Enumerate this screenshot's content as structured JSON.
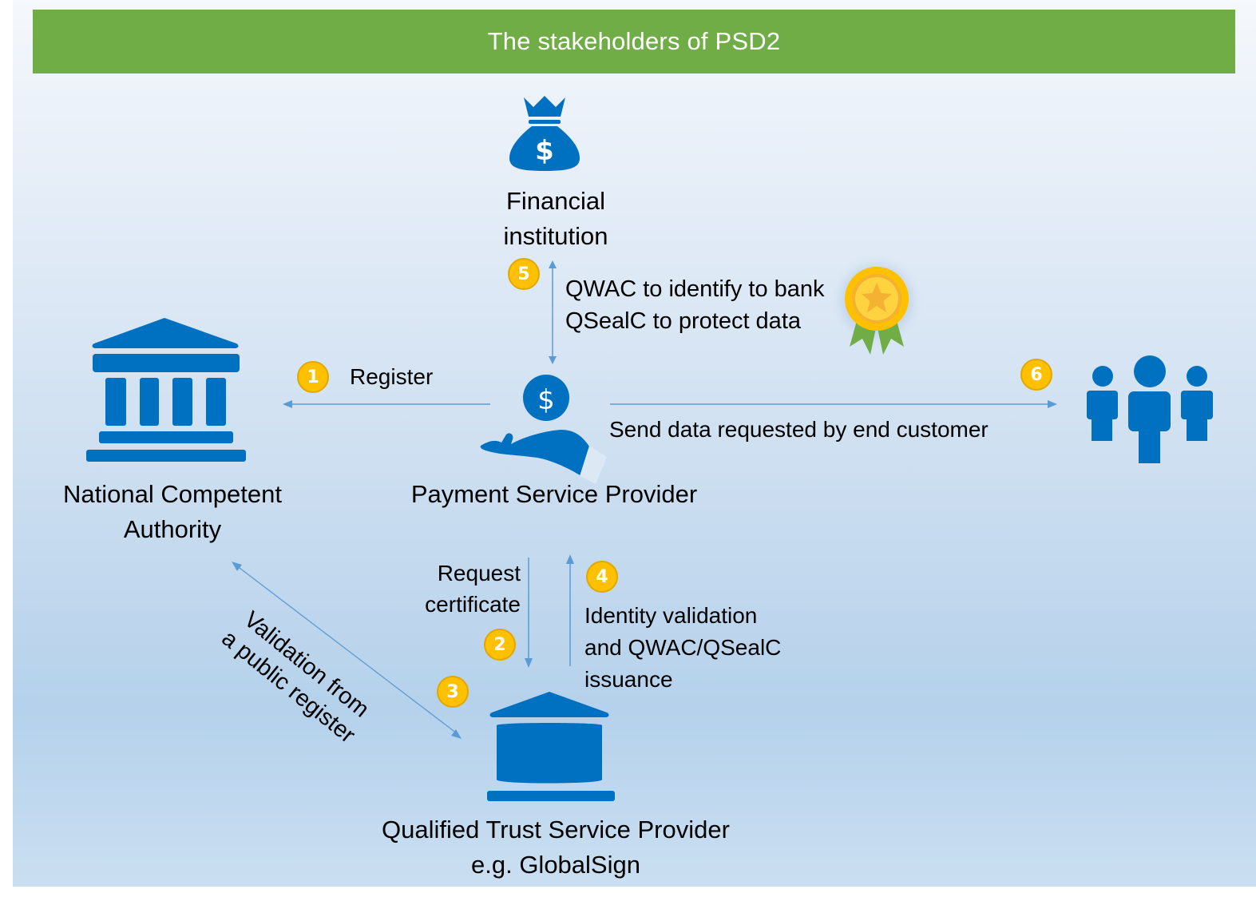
{
  "title": "The stakeholders of PSD2",
  "colors": {
    "title_bar": "#70ad47",
    "icon_blue": "#0070c0",
    "arrow_blue": "#5b9bd5",
    "badge_gold": "#ffc000",
    "ribbon_green": "#70ad47"
  },
  "nodes": {
    "financial_institution": {
      "line1": "Financial",
      "line2": "institution",
      "icon": "money-bag-icon"
    },
    "national_competent_authority": {
      "line1": "National Competent",
      "line2": "Authority",
      "icon": "government-building-icon"
    },
    "payment_service_provider": {
      "line1": "Payment Service Provider",
      "icon": "hand-holding-dollar-icon"
    },
    "end_customers": {
      "icon": "people-group-icon"
    },
    "qtsp": {
      "line1": "Qualified Trust Service Provider",
      "line2": "e.g. GlobalSign",
      "icon": "bank-building-icon"
    }
  },
  "steps": [
    {
      "number": "1",
      "label": "Register"
    },
    {
      "number": "2",
      "label_line1": "Request",
      "label_line2": "certificate"
    },
    {
      "number": "3",
      "label_line1": "Validation from",
      "label_line2": "a public register"
    },
    {
      "number": "4",
      "label_line1": "Identity validation",
      "label_line2": "and QWAC/QSealC",
      "label_line3": "issuance"
    },
    {
      "number": "5",
      "label_line1": "QWAC to identify to bank",
      "label_line2": "QSealC to protect data"
    },
    {
      "number": "6",
      "label": "Send data requested by end customer"
    }
  ],
  "decorations": {
    "certificate": "award-medal-icon"
  }
}
